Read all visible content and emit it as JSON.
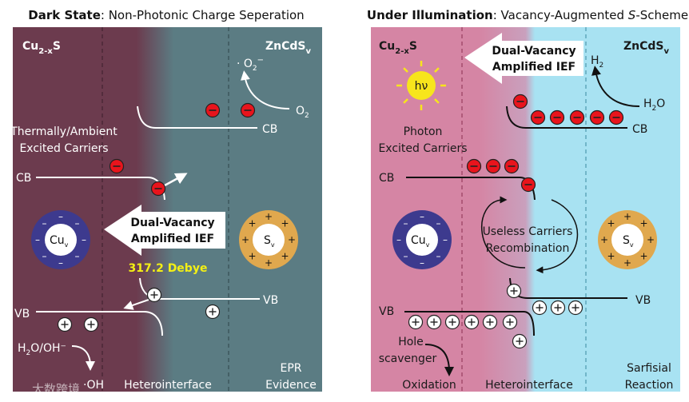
{
  "left_panel": {
    "title_bold": "Dark State",
    "title_rest": ": Non-Photonic Charge Seperation",
    "material_left": "Cu",
    "material_left_sub": "2-x",
    "material_left_end": "S",
    "material_right": "ZnCdS",
    "material_right_sub": "v",
    "superoxide": "· O",
    "superoxide_sub": "2",
    "superoxide_sup": "−",
    "oxygen": "O",
    "oxygen_sub": "2",
    "cb_right": "CB",
    "cb_left": "CB",
    "vb_right": "VB",
    "vb_left": "VB",
    "carriers_line1": "Thermally/Ambient",
    "carriers_line2": "Excited Carriers",
    "ief_line1": "Dual-Vacancy",
    "ief_line2": "Amplified IEF",
    "dipole": "317.2 Debye",
    "cu_vacancy": "Cu",
    "cu_vacancy_sub": "v",
    "s_vacancy": "S",
    "s_vacancy_sub": "v",
    "reactant": "H",
    "reactant_sub": "2",
    "reactant_rest": "O/OH⁻",
    "product": "·OH",
    "interface": "Heterointerface",
    "evidence_line1": "EPR",
    "evidence_line2": "Evidence"
  },
  "right_panel": {
    "title_bold": "Under Illumination",
    "title_rest": ": Vacancy-Augmented ",
    "title_italic": "S",
    "title_end": "-Scheme",
    "material_left": "Cu",
    "material_left_sub": "2-x",
    "material_left_end": "S",
    "material_right": "ZnCdS",
    "material_right_sub": "v",
    "sun_label": "hν",
    "hydrogen": "H",
    "hydrogen_sub": "2",
    "water": "H",
    "water_sub": "2",
    "water_end": "O",
    "cb_right": "CB",
    "cb_left": "CB",
    "vb_right": "VB",
    "vb_left": "VB",
    "carriers_line1": "Photon",
    "carriers_line2": "Excited Carriers",
    "ief_line1": "Dual-Vacancy",
    "ief_line2": "Amplified IEF",
    "recomb_line1": "Useless Carriers",
    "recomb_line2": "Recombination",
    "cu_vacancy": "Cu",
    "cu_vacancy_sub": "v",
    "s_vacancy": "S",
    "s_vacancy_sub": "v",
    "scavenger_line1": "Hole",
    "scavenger_line2": "scavenger",
    "oxidation": "Oxidation",
    "interface": "Heterointerface",
    "reaction_line1": "Sarfisial",
    "reaction_line2": "Reaction"
  },
  "watermark": "大数跨境",
  "colors": {
    "dark_cu2s": "#6c3b4e",
    "dark_zncds": "#5b7c83",
    "light_cu2s": "#d585a4",
    "light_zncds": "#a8e2f2",
    "electron": "#e8141c",
    "cu_vacancy_ring": "#3d3a8e",
    "s_vacancy_ring": "#e0a84e",
    "dipole_text": "#f4f014",
    "sun": "#f7e51c"
  }
}
